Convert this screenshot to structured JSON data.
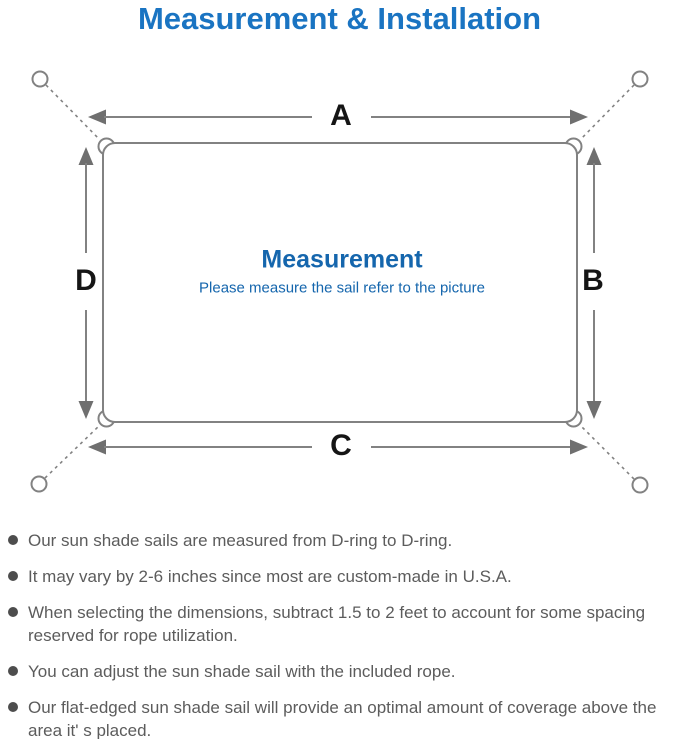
{
  "title": "Measurement & Installation",
  "diagram": {
    "labels": {
      "top": "A",
      "right": "B",
      "bottom": "C",
      "left": "D"
    },
    "center_title": "Measurement",
    "center_subtitle": "Please measure the sail refer to the picture"
  },
  "notes": [
    "Our sun shade sails are measured from D-ring to D-ring.",
    "It may vary by 2-6 inches since most are custom-made in U.S.A.",
    "When selecting the dimensions, subtract 1.5 to 2 feet to account for some spacing reserved for rope utilization.",
    "You can adjust the sun shade sail with the included rope.",
    "Our flat-edged sun shade sail will provide an optimal amount of coverage above the area it' s placed."
  ],
  "colors": {
    "title_blue": "#1a74c2",
    "center_blue": "#1566ad",
    "line_gray": "#828282",
    "arrow_gray": "#6f6f6f",
    "letter_black": "#151515",
    "text_gray": "#5c5c5c",
    "dot_gray": "#4d4d4d"
  }
}
